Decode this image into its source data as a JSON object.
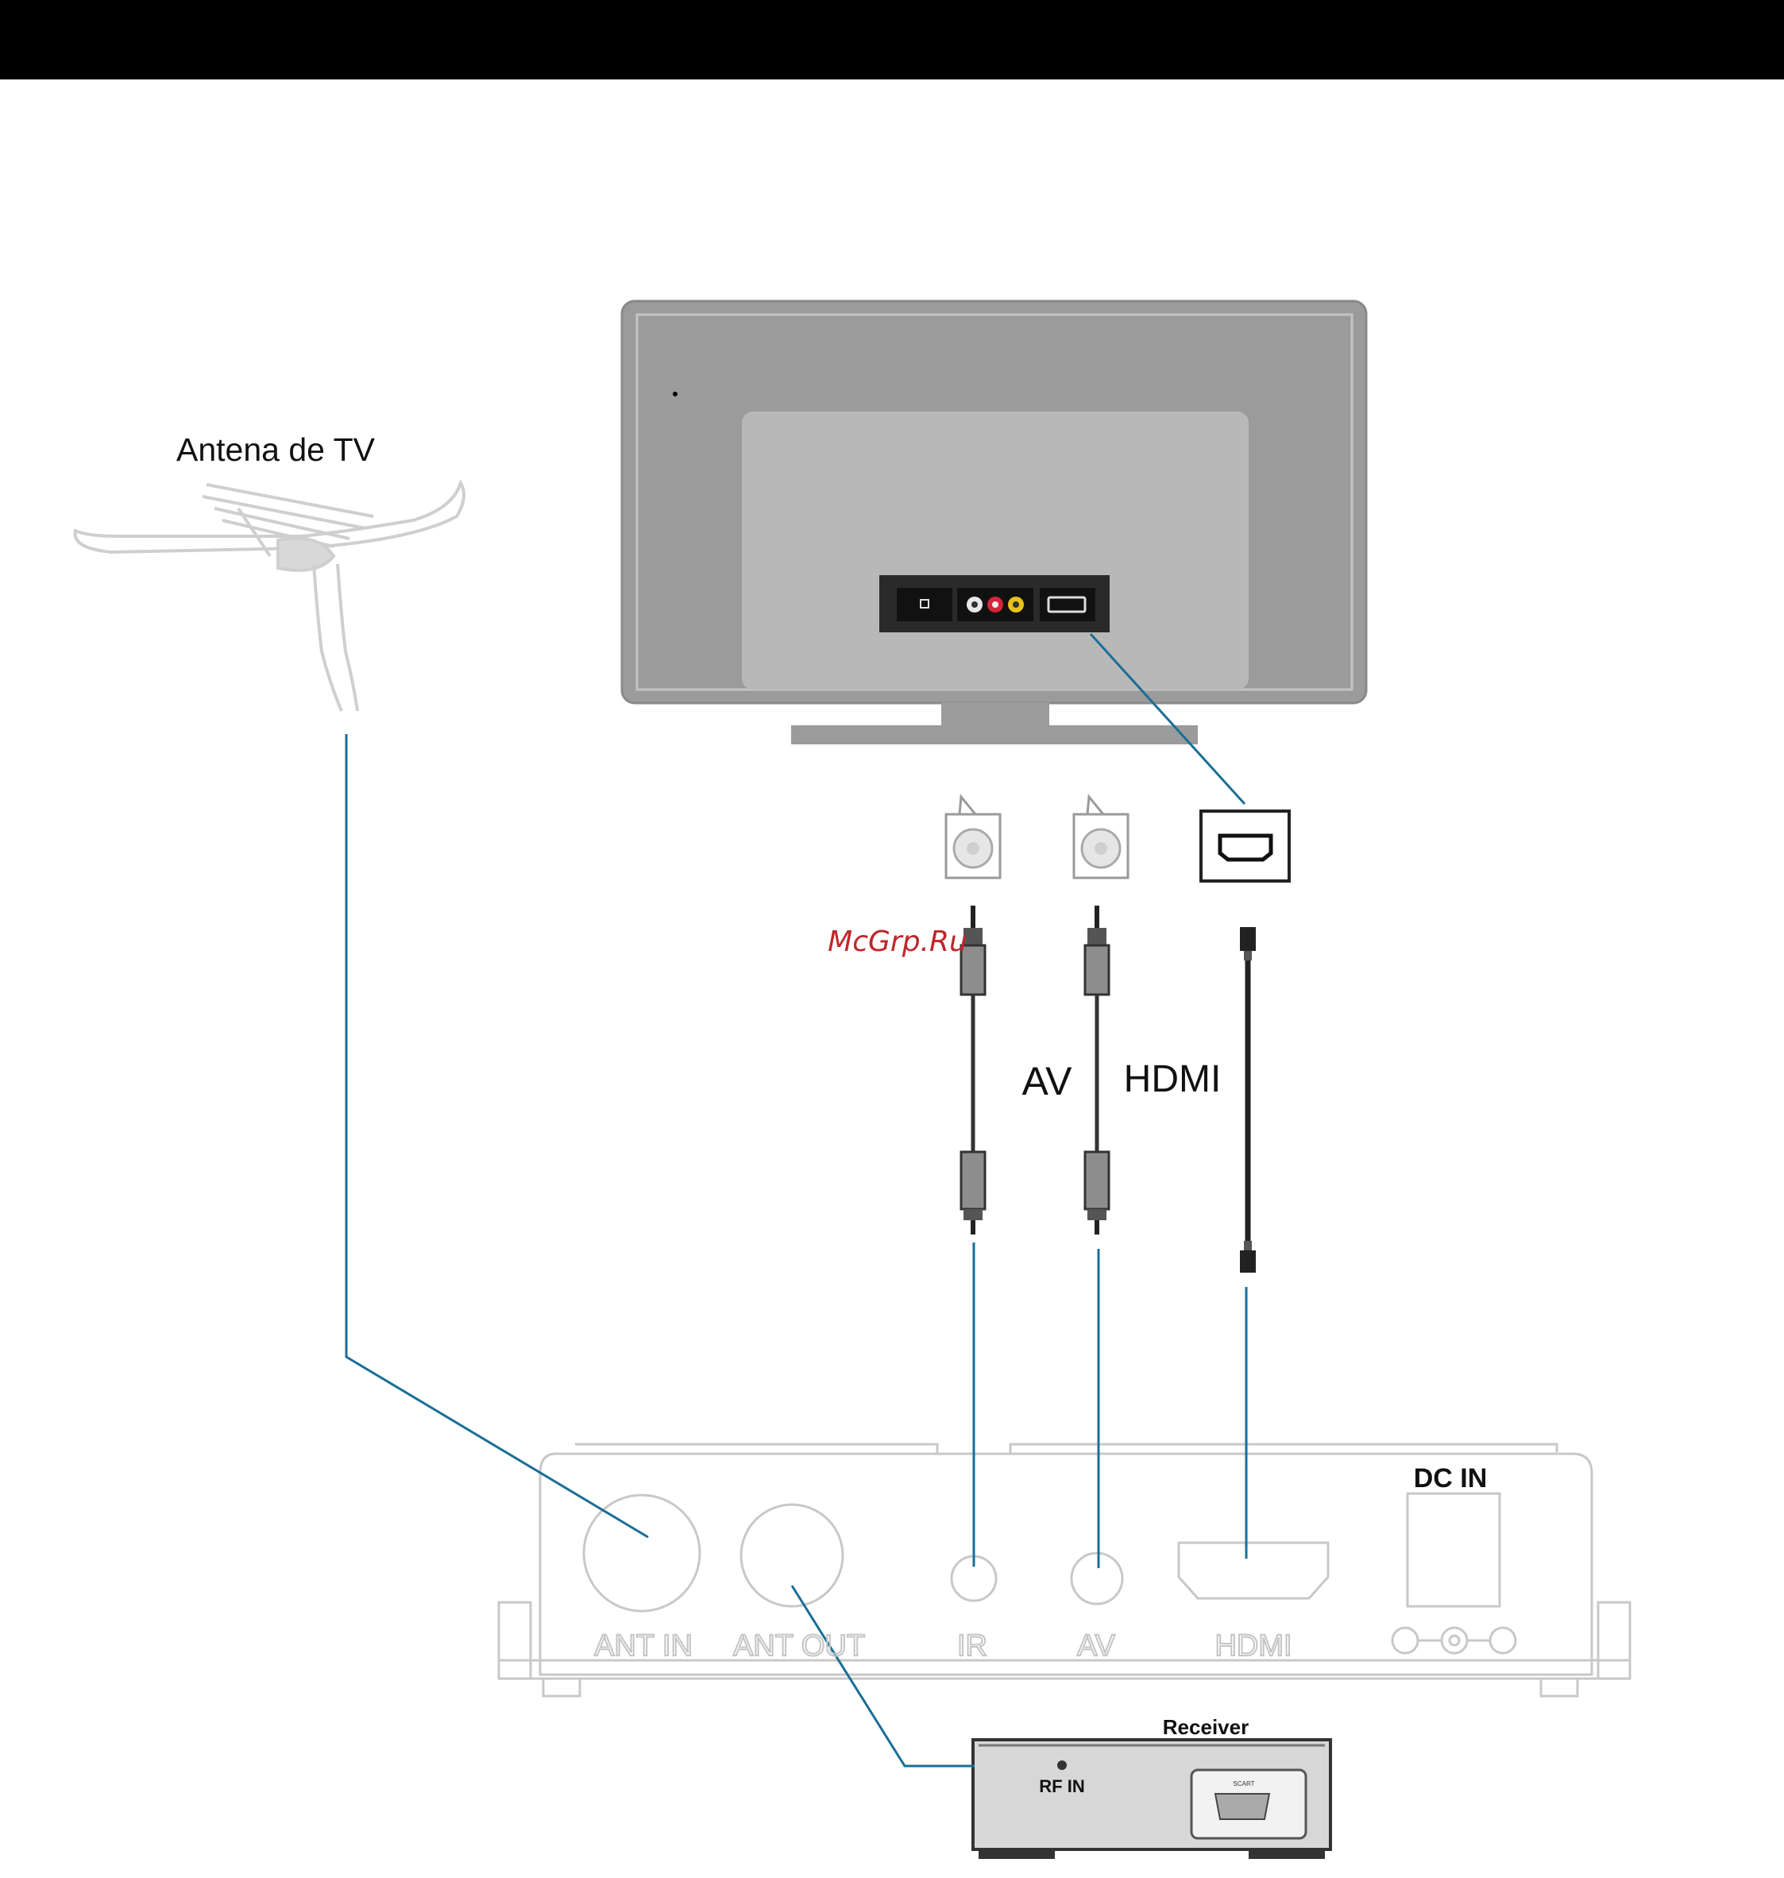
{
  "labels": {
    "antenna": "Antena de TV",
    "cable_av": "AV",
    "cable_hdmi": "HDMI",
    "port_ant_in": "ANT IN",
    "port_ant_out": "ANT OUT",
    "port_ir": "IR",
    "port_av": "AV",
    "port_hdmi": "HDMI",
    "port_dc_in": "DC IN",
    "receiver": "Receiver",
    "receiver_rf_in": "RF IN",
    "scart": "SCART",
    "watermark": "McGrp.Ru"
  },
  "colors": {
    "connection_line": "#1a6e96",
    "tv_body": "#9b9b9b",
    "tv_panel": "#b8b8b8",
    "port_panel": "#2a2a2a",
    "watermark": "#c0262b",
    "device_outline": "#c8c8c8"
  }
}
